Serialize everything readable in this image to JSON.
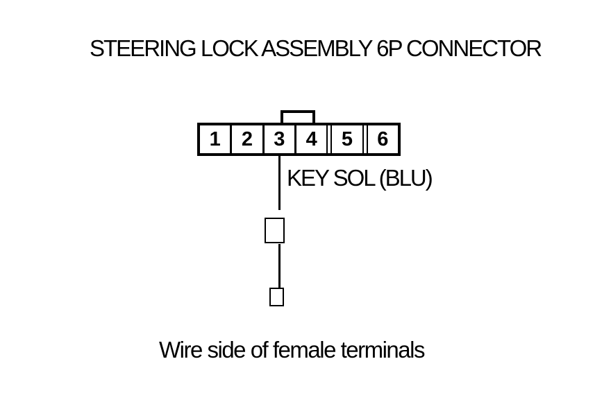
{
  "colors": {
    "ink": "#000000",
    "background": "#ffffff"
  },
  "title": "STEERING LOCK ASSEMBLY 6P CONNECTOR",
  "connector": {
    "type": "6P connector",
    "pins": [
      "1",
      "2",
      "3",
      "4",
      "5",
      "6"
    ]
  },
  "wire": {
    "label": "KEY SOL (BLU)",
    "signal": "KEY SOL",
    "wire_color": "BLU",
    "from_pin": "3"
  },
  "caption": "Wire side of female terminals"
}
